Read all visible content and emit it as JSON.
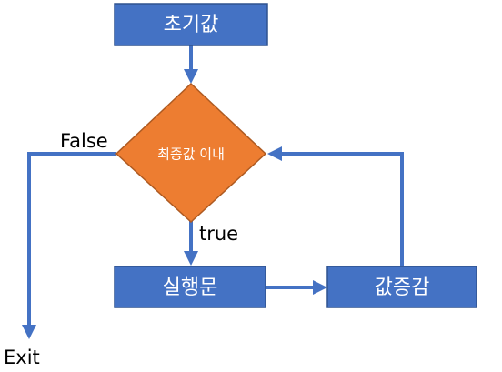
{
  "nodes": {
    "init": "초기값",
    "condition": "최종값 이내",
    "statement": "실행문",
    "increment": "값증감"
  },
  "edge_labels": {
    "false": "False",
    "true": "true",
    "exit": "Exit"
  },
  "colors": {
    "process_box": "#4472c4",
    "decision": "#ed7d31",
    "connector": "#4472c4",
    "node_text": "#ffffff",
    "label_text": "#000000"
  }
}
